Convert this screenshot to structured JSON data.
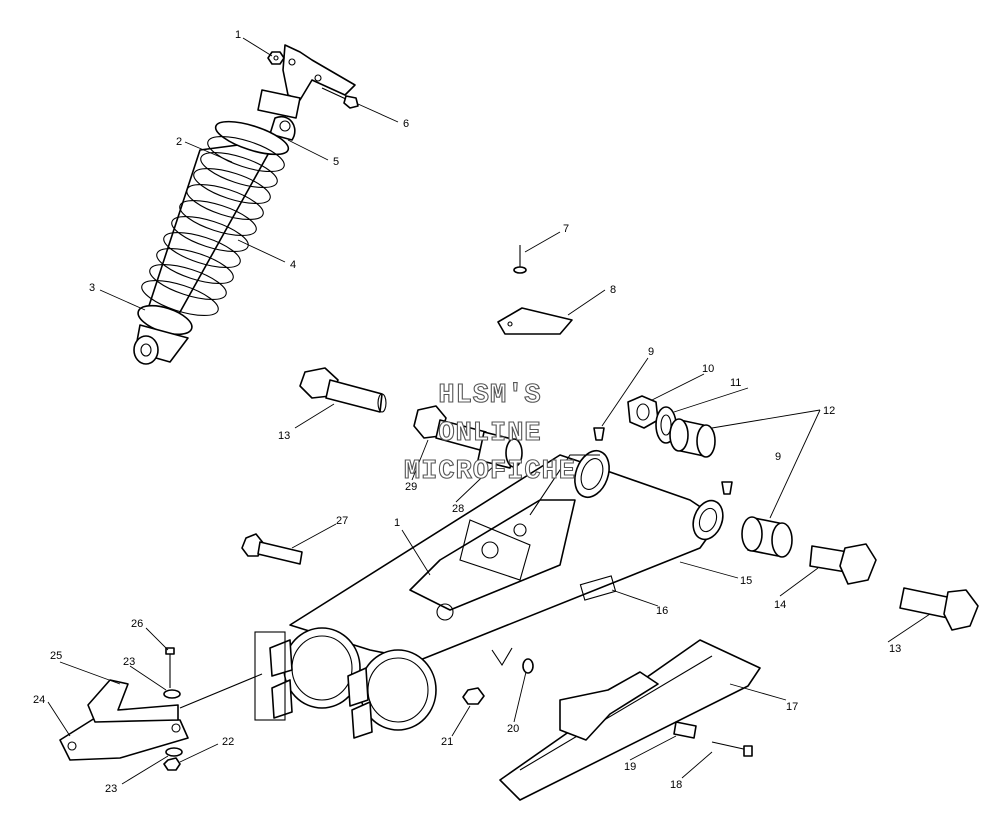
{
  "watermark": {
    "line1": "HLSM'S",
    "line2": "ONLINE",
    "line3": "MICROFICHE"
  },
  "callouts": [
    {
      "id": "c1a",
      "label": "1"
    },
    {
      "id": "c2",
      "label": "2"
    },
    {
      "id": "c3",
      "label": "3"
    },
    {
      "id": "c4",
      "label": "4"
    },
    {
      "id": "c5",
      "label": "5"
    },
    {
      "id": "c6",
      "label": "6"
    },
    {
      "id": "c7",
      "label": "7"
    },
    {
      "id": "c8",
      "label": "8"
    },
    {
      "id": "c9a",
      "label": "9"
    },
    {
      "id": "c9b",
      "label": "9"
    },
    {
      "id": "c10",
      "label": "10"
    },
    {
      "id": "c11",
      "label": "11"
    },
    {
      "id": "c12",
      "label": "12"
    },
    {
      "id": "c13a",
      "label": "13"
    },
    {
      "id": "c13b",
      "label": "13"
    },
    {
      "id": "c14",
      "label": "14"
    },
    {
      "id": "c15",
      "label": "15"
    },
    {
      "id": "c16",
      "label": "16"
    },
    {
      "id": "c17",
      "label": "17"
    },
    {
      "id": "c18",
      "label": "18"
    },
    {
      "id": "c19",
      "label": "19"
    },
    {
      "id": "c20",
      "label": "20"
    },
    {
      "id": "c21",
      "label": "21"
    },
    {
      "id": "c22",
      "label": "22"
    },
    {
      "id": "c23a",
      "label": "23"
    },
    {
      "id": "c23b",
      "label": "23"
    },
    {
      "id": "c24",
      "label": "24"
    },
    {
      "id": "c25",
      "label": "25"
    },
    {
      "id": "c26",
      "label": "26"
    },
    {
      "id": "c27",
      "label": "27"
    },
    {
      "id": "c28",
      "label": "28"
    },
    {
      "id": "c29",
      "label": "29"
    },
    {
      "id": "c1b",
      "label": "1"
    }
  ]
}
